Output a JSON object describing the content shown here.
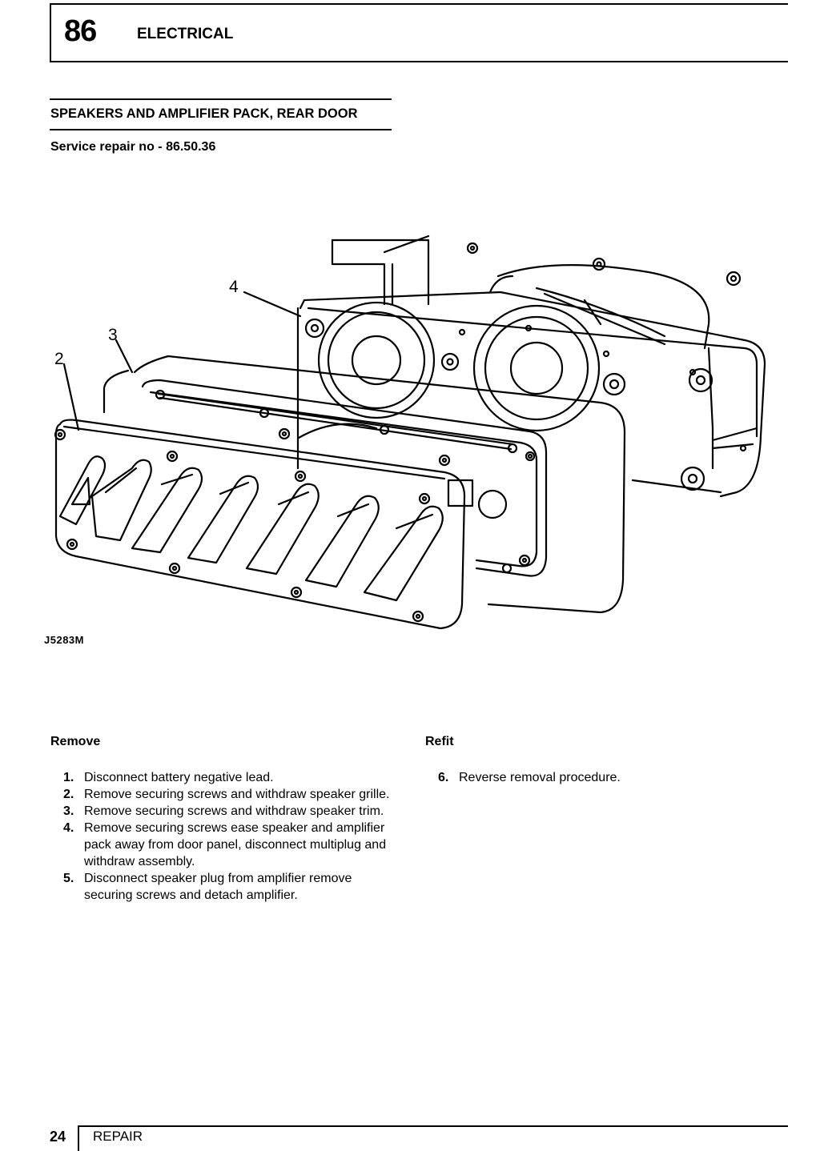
{
  "header": {
    "section_number": "86",
    "section_name": "ELECTRICAL"
  },
  "title": "SPEAKERS AND AMPLIFIER PACK, REAR DOOR",
  "service_repair": "Service repair no - 86.50.36",
  "figure": {
    "code": "J5283M",
    "callouts": [
      "2",
      "3",
      "4"
    ]
  },
  "remove": {
    "heading": "Remove",
    "steps": [
      {
        "n": "1.",
        "text": "Disconnect battery negative lead."
      },
      {
        "n": "2.",
        "text": "Remove securing screws and withdraw speaker grille."
      },
      {
        "n": "3.",
        "text": "Remove securing screws and withdraw speaker trim."
      },
      {
        "n": "4.",
        "text": "Remove securing screws ease speaker and amplifier pack away from door panel, disconnect multiplug and withdraw assembly."
      },
      {
        "n": "5.",
        "text": "Disconnect speaker plug from amplifier remove securing screws and detach amplifier."
      }
    ]
  },
  "refit": {
    "heading": "Refit",
    "steps": [
      {
        "n": "6.",
        "text": "Reverse removal procedure."
      }
    ]
  },
  "footer": {
    "page_number": "24",
    "section_label": "REPAIR"
  }
}
